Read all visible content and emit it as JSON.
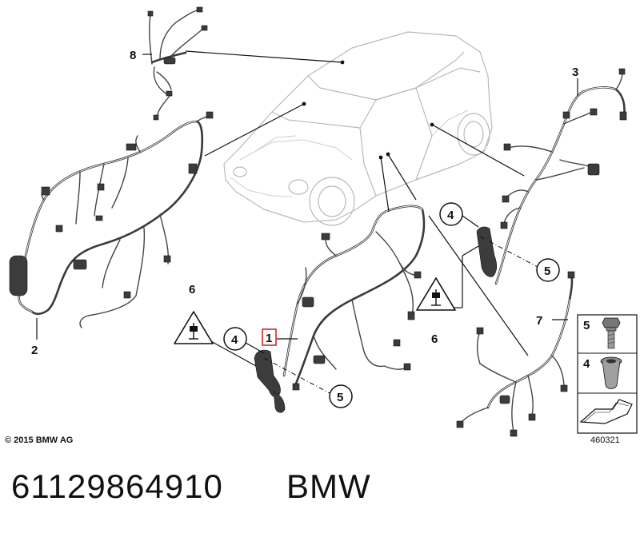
{
  "callouts": {
    "c1": "1",
    "c2": "2",
    "c3": "3",
    "c4a": "4",
    "c4b": "4",
    "c5a": "5",
    "c5b": "5",
    "c6a": "6",
    "c6b": "6",
    "c7": "7",
    "c8": "8"
  },
  "legend": {
    "item5": "5",
    "item4": "4"
  },
  "copyright": "© 2015 BMW AG",
  "diagram_number": "460321",
  "part_number": "61129864910",
  "brand": "BMW",
  "colors": {
    "highlight": "#d6262a",
    "harness": "#3a3a3a",
    "car_outline": "#b9b9b9"
  }
}
